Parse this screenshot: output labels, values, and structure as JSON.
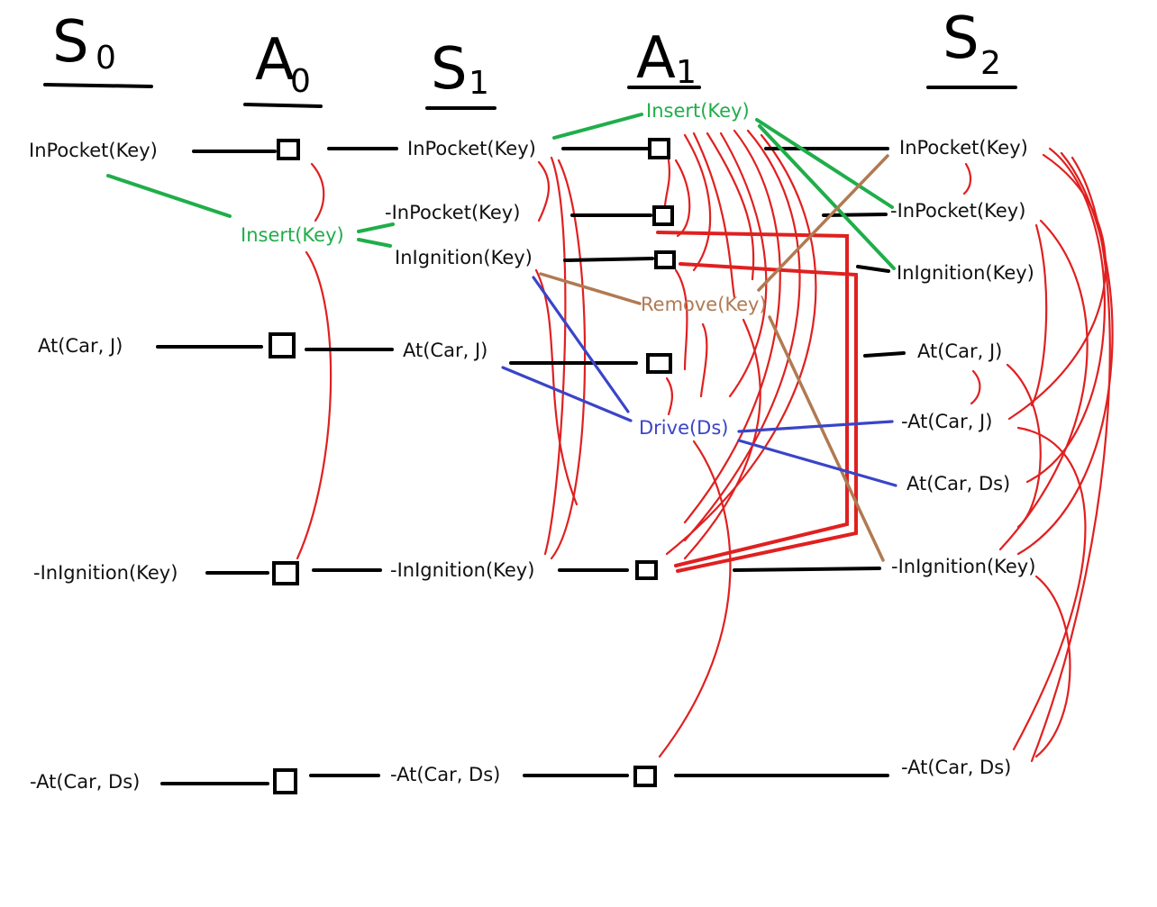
{
  "headers": {
    "s0": {
      "letter": "S",
      "sub": "0"
    },
    "a0": {
      "letter": "A",
      "sub": "0"
    },
    "s1": {
      "letter": "S",
      "sub": "1"
    },
    "a1": {
      "letter": "A",
      "sub": "1"
    },
    "s2": {
      "letter": "S",
      "sub": "2"
    }
  },
  "s0": {
    "inpocket": "InPocket(Key)",
    "at_j": "At(Car, J)",
    "not_inignition": "-InIgnition(Key)",
    "not_at_ds": "-At(Car, Ds)"
  },
  "a0": {
    "insert": "Insert(Key)"
  },
  "s1": {
    "inpocket": "InPocket(Key)",
    "not_inpocket": "-InPocket(Key)",
    "inignition": "InIgnition(Key)",
    "at_j": "At(Car, J)",
    "not_inignition": "-InIgnition(Key)",
    "not_at_ds": "-At(Car, Ds)"
  },
  "a1": {
    "insert": "Insert(Key)",
    "remove": "Remove(Key)",
    "drive": "Drive(Ds)"
  },
  "s2": {
    "inpocket": "InPocket(Key)",
    "not_inpocket": "-InPocket(Key)",
    "inignition": "InIgnition(Key)",
    "at_j": "At(Car, J)",
    "not_at_j": "-At(Car, J)",
    "at_ds": "At(Car, Ds)",
    "not_inignition": "-InIgnition(Key)",
    "not_at_ds": "-At(Car, Ds)"
  },
  "colors": {
    "insert": "#1fae4a",
    "remove": "#b07a52",
    "drive": "#3a44c8",
    "mutex": "#e02020",
    "persistence": "#000000"
  }
}
